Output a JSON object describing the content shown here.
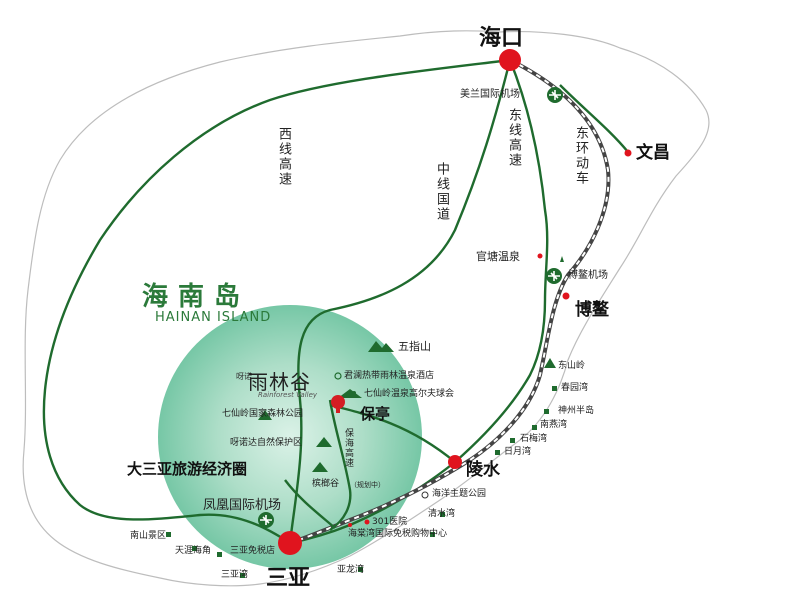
{
  "island": {
    "name_cn": "海南岛",
    "name_en": "HAINAN ISLAND"
  },
  "cities": {
    "haikou": "海口",
    "sanya": "三亚",
    "wenchang": "文昌",
    "boao": "博鳌",
    "lingshui": "陵水",
    "baoting": "保亭"
  },
  "routes": {
    "west": "西线高速",
    "middle": "中线国道",
    "east": "东线高速",
    "east_rail": "东环动车",
    "baohai": "保海高速",
    "baohai_note": "（规划中）"
  },
  "airports": {
    "meilan": "美兰国际机场",
    "boao": "博鳌机场",
    "fenghuang": "凤凰国际机场"
  },
  "zone": {
    "title": "大三亚旅游经济圈"
  },
  "brand": {
    "small": "呀诺",
    "big": "雨林谷",
    "script": "Rainforest Valley"
  },
  "places": {
    "guantang": "官塘温泉",
    "dongshanling": "东山岭",
    "chunyuan": "春园湾",
    "shenzhou": "神州半岛",
    "nanyan": "南燕湾",
    "shimei": "石梅湾",
    "riyue": "日月湾",
    "ocean_park": "海洋主题公园",
    "qingshui": "清水湾",
    "hospital": "301医院",
    "dutyfree_haitang": "海棠湾国际免税购物中心",
    "yalong": "亚龙湾",
    "sanya_bay": "三亚湾",
    "sanya_dutyfree": "三亚免税店",
    "tianya": "天涯海角",
    "nanshan": "南山景区",
    "wuzhishan": "五指山",
    "junlan": "君澜热带雨林温泉酒店",
    "qixianling_golf": "七仙岭温泉高尔夫球会",
    "qixianling_park": "七仙岭国家森林公园",
    "yanoda": "呀诺达自然保护区",
    "binlanggu": "槟榔谷"
  },
  "colors": {
    "route": "#1f6b2e",
    "rail": "#555555",
    "city_dot": "#e0141e",
    "circle": "#7fcfae",
    "island_fill": "#ffffff",
    "island_stroke": "#b7b7b7",
    "title_green": "#2b7a3a"
  },
  "icons": {
    "airport": "airplane-icon",
    "mountain": "mountain-icon",
    "hotspring": "hotspring-icon",
    "golf": "golf-icon",
    "logo": "rainforest-logo-icon"
  }
}
